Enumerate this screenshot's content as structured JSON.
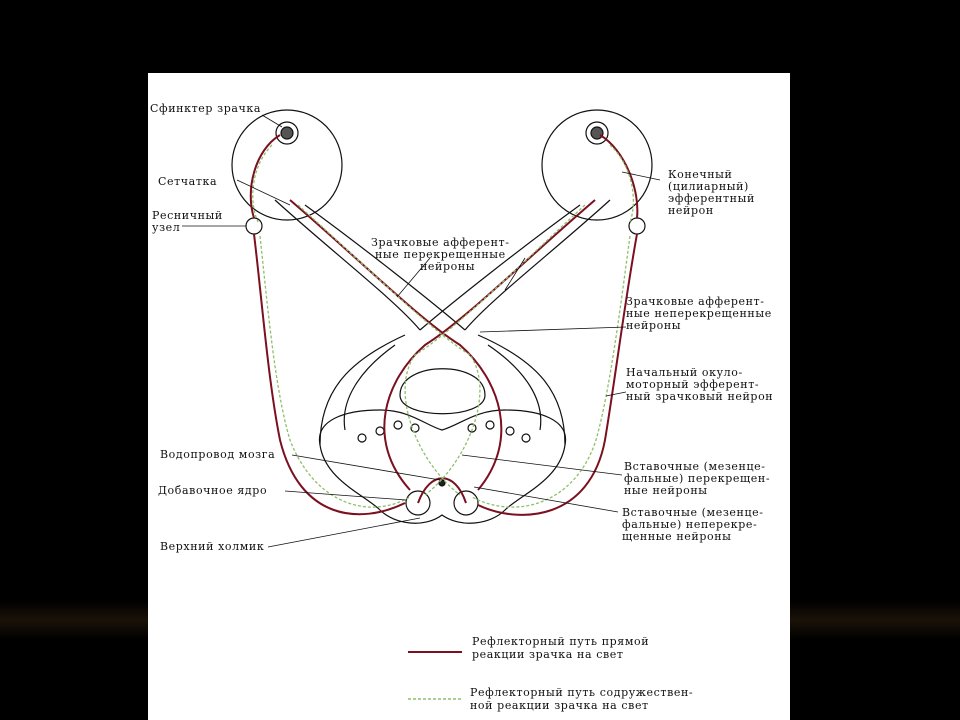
{
  "labels": {
    "sphincter": "Сфинктер зрачка",
    "retina": "Сетчатка",
    "ciliary_ganglion_1": "Ресничный",
    "ciliary_ganglion_2": "узел",
    "terminal_1": "Конечный",
    "terminal_2": "(цилиарный)",
    "terminal_3": "эфферентный",
    "terminal_4": "нейрон",
    "crossed_aff_1": "Зрачковые афферент-",
    "crossed_aff_2": "ные перекрещенные",
    "crossed_aff_3": "нейроны",
    "uncrossed_aff_1": "Зрачковые афферент-",
    "uncrossed_aff_2": "ные неперекрещенные",
    "uncrossed_aff_3": "нейроны",
    "initial_1": "Начальный окуло-",
    "initial_2": "моторный эфферент-",
    "initial_3": "ный зрачковый нейрон",
    "aqueduct": "Водопровод мозга",
    "accessory_nucleus": "Добавочное ядро",
    "inter_crossed_1": "Вставочные (мезенце-",
    "inter_crossed_2": "фальные) перекрещен-",
    "inter_crossed_3": "ные нейроны",
    "inter_uncrossed_1": "Вставочные (мезенце-",
    "inter_uncrossed_2": "фальные) неперекре-",
    "inter_uncrossed_3": "щенные нейроны",
    "superior_colliculus": "Верхний холмик"
  },
  "legend": {
    "direct_1": "Рефлекторный путь прямой",
    "direct_2": "реакции зрачка на свет",
    "consensual_1": "Рефлекторный путь содружествен-",
    "consensual_2": "ной реакции зрачка на свет"
  },
  "colors": {
    "direct_path": "#7a1020",
    "consensual_path": "#8fbf6a",
    "outline": "#111111"
  }
}
